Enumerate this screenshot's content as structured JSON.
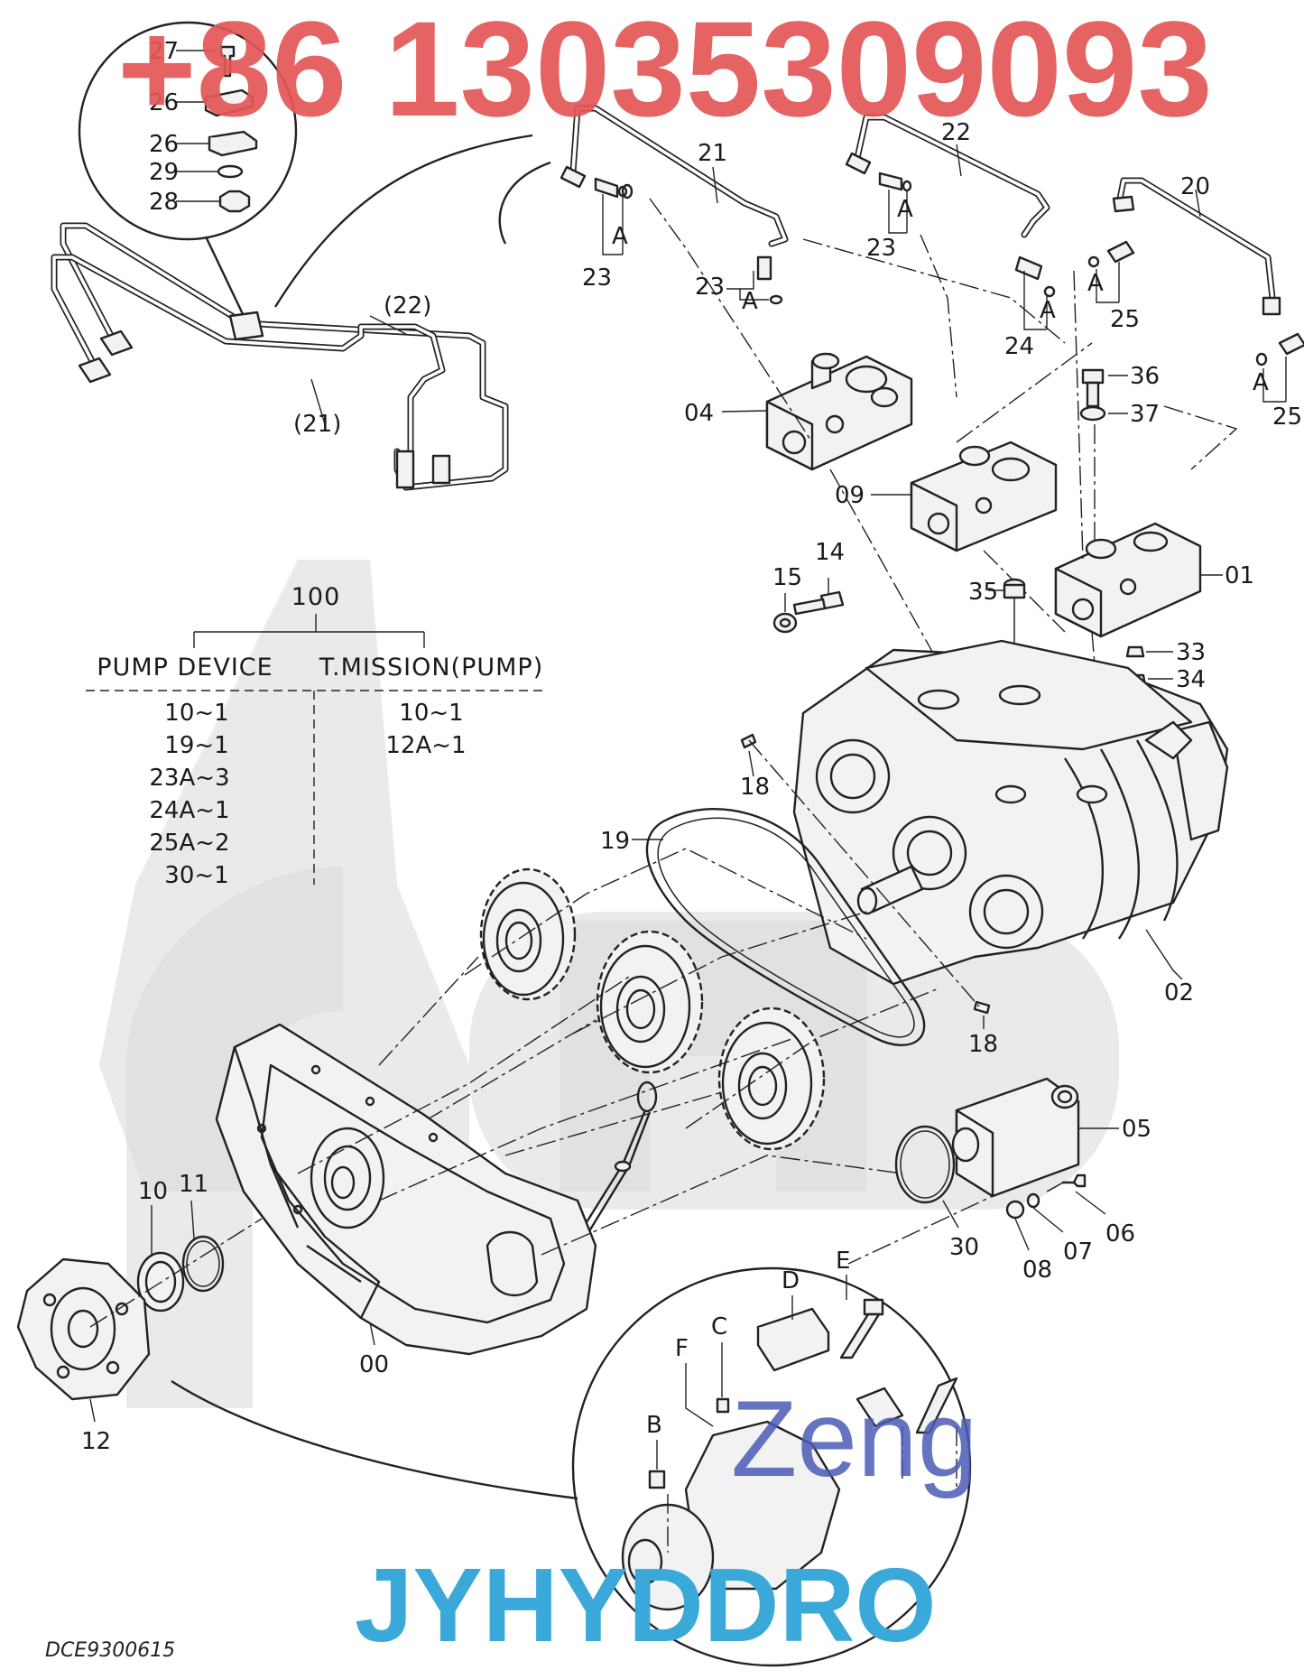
{
  "watermark": {
    "phone": "+86 13035309093",
    "brand": "JYHYDDRO",
    "overlay": "Zeng"
  },
  "drawing_code": "DCE9300615",
  "assembly": {
    "number": "100",
    "columns": [
      "PUMP DEVICE",
      "T.MISSION(PUMP)"
    ],
    "pump_device": [
      "10~1",
      "19~1",
      "23A~3",
      "24A~1",
      "25A~2",
      "30~1"
    ],
    "tmission_pump": [
      "10~1",
      "12A~1"
    ]
  },
  "callouts": {
    "p27": "27",
    "p26a": "26",
    "p26b": "26",
    "p29": "29",
    "p28": "28",
    "p22ref": "(22)",
    "p21ref": "(21)",
    "p21": "21",
    "p22": "22",
    "p20": "20",
    "p23a": "23",
    "p23b": "23",
    "p23c": "23",
    "a1": "A",
    "a2": "A",
    "a3": "A",
    "a4": "A",
    "a5": "A",
    "a6": "A",
    "p24": "24",
    "p25a": "25",
    "p25b": "25",
    "p36": "36",
    "p37": "37",
    "p04": "04",
    "p09": "09",
    "p01": "01",
    "p35": "35",
    "p14": "14",
    "p15": "15",
    "p33": "33",
    "p34": "34",
    "p18a": "18",
    "p18b": "18",
    "p19": "19",
    "p02": "02",
    "p05": "05",
    "p06": "06",
    "p07": "07",
    "p08": "08",
    "p30": "30",
    "p10": "10",
    "p11": "11",
    "p12": "12",
    "p00": "00",
    "dE": "E",
    "dD": "D",
    "dC": "C",
    "dF": "F",
    "dB": "B"
  }
}
